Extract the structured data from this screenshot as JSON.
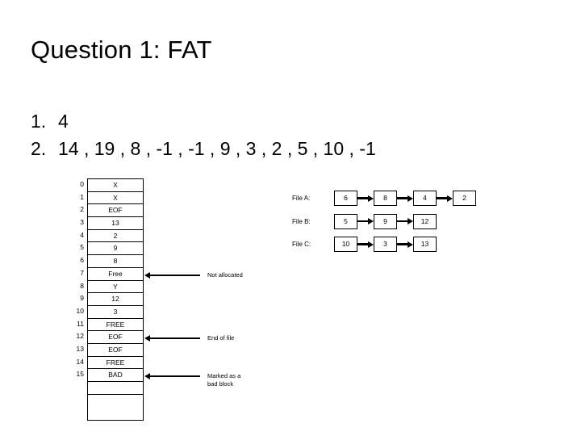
{
  "slide": {
    "title": "Question 1: FAT"
  },
  "answers": [
    {
      "marker": "1.",
      "text": "4"
    },
    {
      "marker": "2.",
      "text": "14 , 19 , 8 , -1 , -1 , 9 ,  3 , 2 , 5 , 10 , -1"
    }
  ],
  "fat_table": {
    "rows": [
      {
        "index": "0",
        "value": "X"
      },
      {
        "index": "1",
        "value": "X"
      },
      {
        "index": "2",
        "value": "EOF"
      },
      {
        "index": "3",
        "value": "13"
      },
      {
        "index": "4",
        "value": "2"
      },
      {
        "index": "5",
        "value": "9"
      },
      {
        "index": "6",
        "value": "8"
      },
      {
        "index": "7",
        "value": "Free"
      },
      {
        "index": "8",
        "value": "Y"
      },
      {
        "index": "9",
        "value": "12"
      },
      {
        "index": "10",
        "value": "3"
      },
      {
        "index": "11",
        "value": "FREE"
      },
      {
        "index": "12",
        "value": "EOF"
      },
      {
        "index": "13",
        "value": "EOF"
      },
      {
        "index": "14",
        "value": "FREE"
      },
      {
        "index": "15",
        "value": "BAD"
      },
      {
        "index": "",
        "value": ""
      },
      {
        "index": "",
        "value": ""
      }
    ]
  },
  "annotations": [
    {
      "label": "Not allocated",
      "target_row": "7"
    },
    {
      "label": "End of file",
      "target_row": "12"
    },
    {
      "label": "Marked as a\nbad block",
      "target_row": "15"
    }
  ],
  "file_chains": [
    {
      "label": "File A:",
      "blocks": [
        "6",
        "8",
        "4",
        "2"
      ]
    },
    {
      "label": "File B:",
      "blocks": [
        "5",
        "9",
        "12"
      ]
    },
    {
      "label": "File C:",
      "blocks": [
        "10",
        "3",
        "13"
      ]
    }
  ]
}
